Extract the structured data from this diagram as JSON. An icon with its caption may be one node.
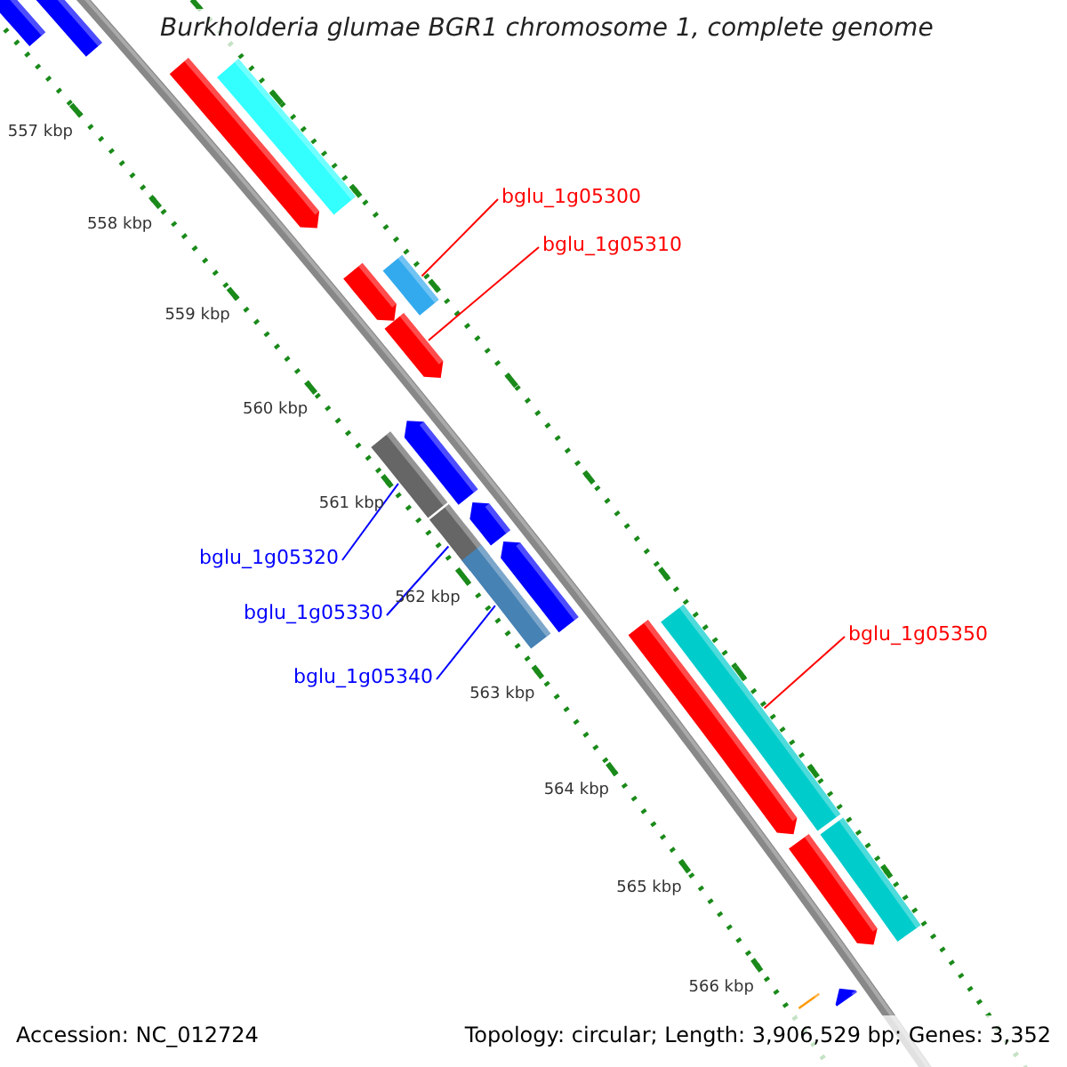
{
  "diagram": {
    "title": "Burkholderia glumae BGR1 chromosome 1, complete genome",
    "nodes": [
      {
        "text": [
          "bglu_1g05300"
        ]
      },
      {
        "text": [
          "bglu_1g05310"
        ]
      },
      {
        "text": [
          "bglu_1g05320"
        ]
      },
      {
        "text": [
          "bglu_1g05330"
        ]
      },
      {
        "text": [
          "bglu_1g05340"
        ]
      },
      {
        "text": [
          "bglu_1g05350"
        ]
      },
      {
        "text": [],
        "shape": "bar"
      },
      {
        "text": [],
        "shape": "bar"
      },
      {
        "text": [],
        "shape": "bar"
      },
      {
        "text": [],
        "shape": "arrow"
      },
      {
        "text": [],
        "shape": "bar"
      },
      {
        "text": [],
        "shape": "arrow"
      },
      {
        "text": [],
        "shape": "arrow"
      },
      {
        "text": [],
        "shape": "arrow"
      },
      {
        "text": [],
        "shape": "bar"
      },
      {
        "text": [],
        "shape": "arrow"
      },
      {
        "text": [],
        "shape": "bar"
      },
      {
        "text": [],
        "shape": "arrow"
      },
      {
        "text": [],
        "shape": "bar"
      },
      {
        "text": [],
        "shape": "bar"
      },
      {
        "text": [],
        "shape": "arrow"
      },
      {
        "text": [],
        "shape": "bar"
      },
      {
        "text": [],
        "shape": "arrow"
      },
      {
        "text": [],
        "shape": "arrow"
      },
      {
        "text": [],
        "shape": "bar"
      }
    ],
    "edges": [
      {
        "from": 0,
        "to": 10,
        "arrow": "none"
      },
      {
        "from": 1,
        "to": 12,
        "arrow": "none"
      },
      {
        "from": 2,
        "to": 14,
        "arrow": "none",
        "color": "#0000ff"
      },
      {
        "from": 3,
        "to": 16,
        "arrow": "none",
        "color": "#0000ff"
      },
      {
        "from": 4,
        "to": 18,
        "arrow": "none",
        "color": "#0000ff"
      },
      {
        "from": 5,
        "to": 19,
        "arrow": "none"
      }
    ],
    "labels": [
      "557 kbp",
      "558 kbp",
      "559 kbp",
      "560 kbp",
      "561 kbp",
      "562 kbp",
      "563 kbp",
      "564 kbp",
      "565 kbp",
      "566 kbp",
      "Accession: NC_012724",
      "Topology: circular; Length: 3,906,529 bp; Genes: 3,352"
    ]
  }
}
